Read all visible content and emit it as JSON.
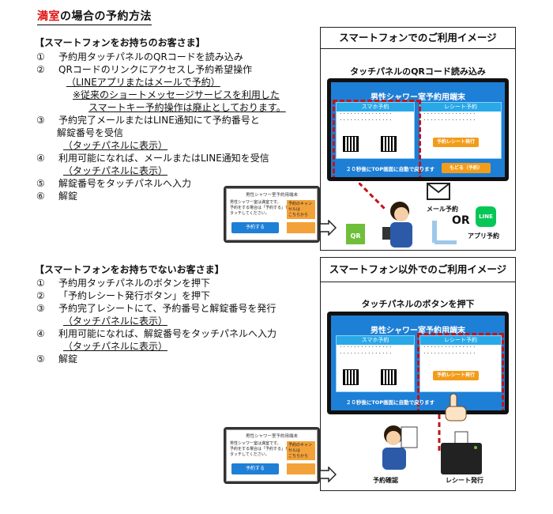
{
  "title": {
    "prefix": "満室",
    "rest": "の場合の予約方法"
  },
  "smartphone_section": {
    "heading": "【スマートフォンをお持ちのお客さま】",
    "steps": [
      {
        "num": "①",
        "text": "予約用タッチパネルのQRコードを読み込み"
      },
      {
        "num": "②",
        "text": "QRコードのリンクにアクセスし予約希望操作"
      }
    ],
    "step2_note": "（LINEアプリまたはメールで予約）",
    "notice_line1": "※従来のショートメッセージサービスを利用した",
    "notice_line2": "スマートキー予約操作は廃止としております。",
    "step3_num": "③",
    "step3_line1": "予約完了メールまたはLINE通知にて予約番号と",
    "step3_line2": "解錠番号を受信",
    "step3_note": "（タッチパネルに表示）",
    "step4_num": "④",
    "step4_text": "利用可能になれば、メールまたはLINE通知を受信",
    "step4_note": "（タッチパネルに表示）",
    "step5_num": "⑤",
    "step5_text": "解錠番号をタッチパネルへ入力",
    "step6_num": "⑥",
    "step6_text": "解錠"
  },
  "no_smartphone_section": {
    "heading": "【スマートフォンをお持ちでないお客さま】",
    "step1_num": "①",
    "step1_text": "予約用タッチパネルのボタンを押下",
    "step2_num": "②",
    "step2_text": "「予約レシート発行ボタン」を押下",
    "step3_num": "③",
    "step3_text": "予約完了レシートにて、予約番号と解錠番号を発行",
    "step3_note": "（タッチパネルに表示）",
    "step4_num": "④",
    "step4_text": "利用可能になれば、解錠番号をタッチパネルへ入力",
    "step4_note": "（タッチパネルに表示）",
    "step5_num": "⑤",
    "step5_text": "解錠"
  },
  "image1": {
    "header": "スマートフォンでのご利用イメージ",
    "sub": "タッチパネルのQRコード読み込み",
    "screen_title": "男性シャワー室予約用端末",
    "left_panel": "スマホ予約",
    "right_panel": "レシート予約",
    "receipt_btn": "予約レシート発行",
    "bottom": "２０秒後にTOP画面に自動で戻ります",
    "back_btn": "もどる（予約）",
    "qr_label": "QR",
    "mail_label": "メール予約",
    "or_label": "OR",
    "line_label": "LINE",
    "app_label": "アプリ予約"
  },
  "image2": {
    "header": "スマートフォン以外でのご利用イメージ",
    "sub": "タッチパネルのボタンを押下",
    "screen_title": "男性シャワー室予約用端末",
    "left_panel": "スマホ予約",
    "right_panel": "レシート予約",
    "receipt_btn": "予約レシート発行",
    "bottom": "２０秒後にTOP画面に自動で戻ります",
    "confirm_label": "予約確認",
    "issue_label": "レシート発行"
  },
  "mini_tablet": {
    "title": "男性シャワー室予約用端末",
    "text1": "男性シャワー室は満室です。",
    "text2": "予約をする場合は「予約する」を",
    "text3": "タッチしてください。",
    "btn": "予約する",
    "side1": "予約のキャンセルは",
    "side2": "こちらから"
  },
  "colors": {
    "accent_red": "#e01010",
    "screen_blue": "#1e7fd6",
    "dash_red": "#c0141c",
    "orange": "#f39c1a",
    "line_green": "#06c755"
  }
}
